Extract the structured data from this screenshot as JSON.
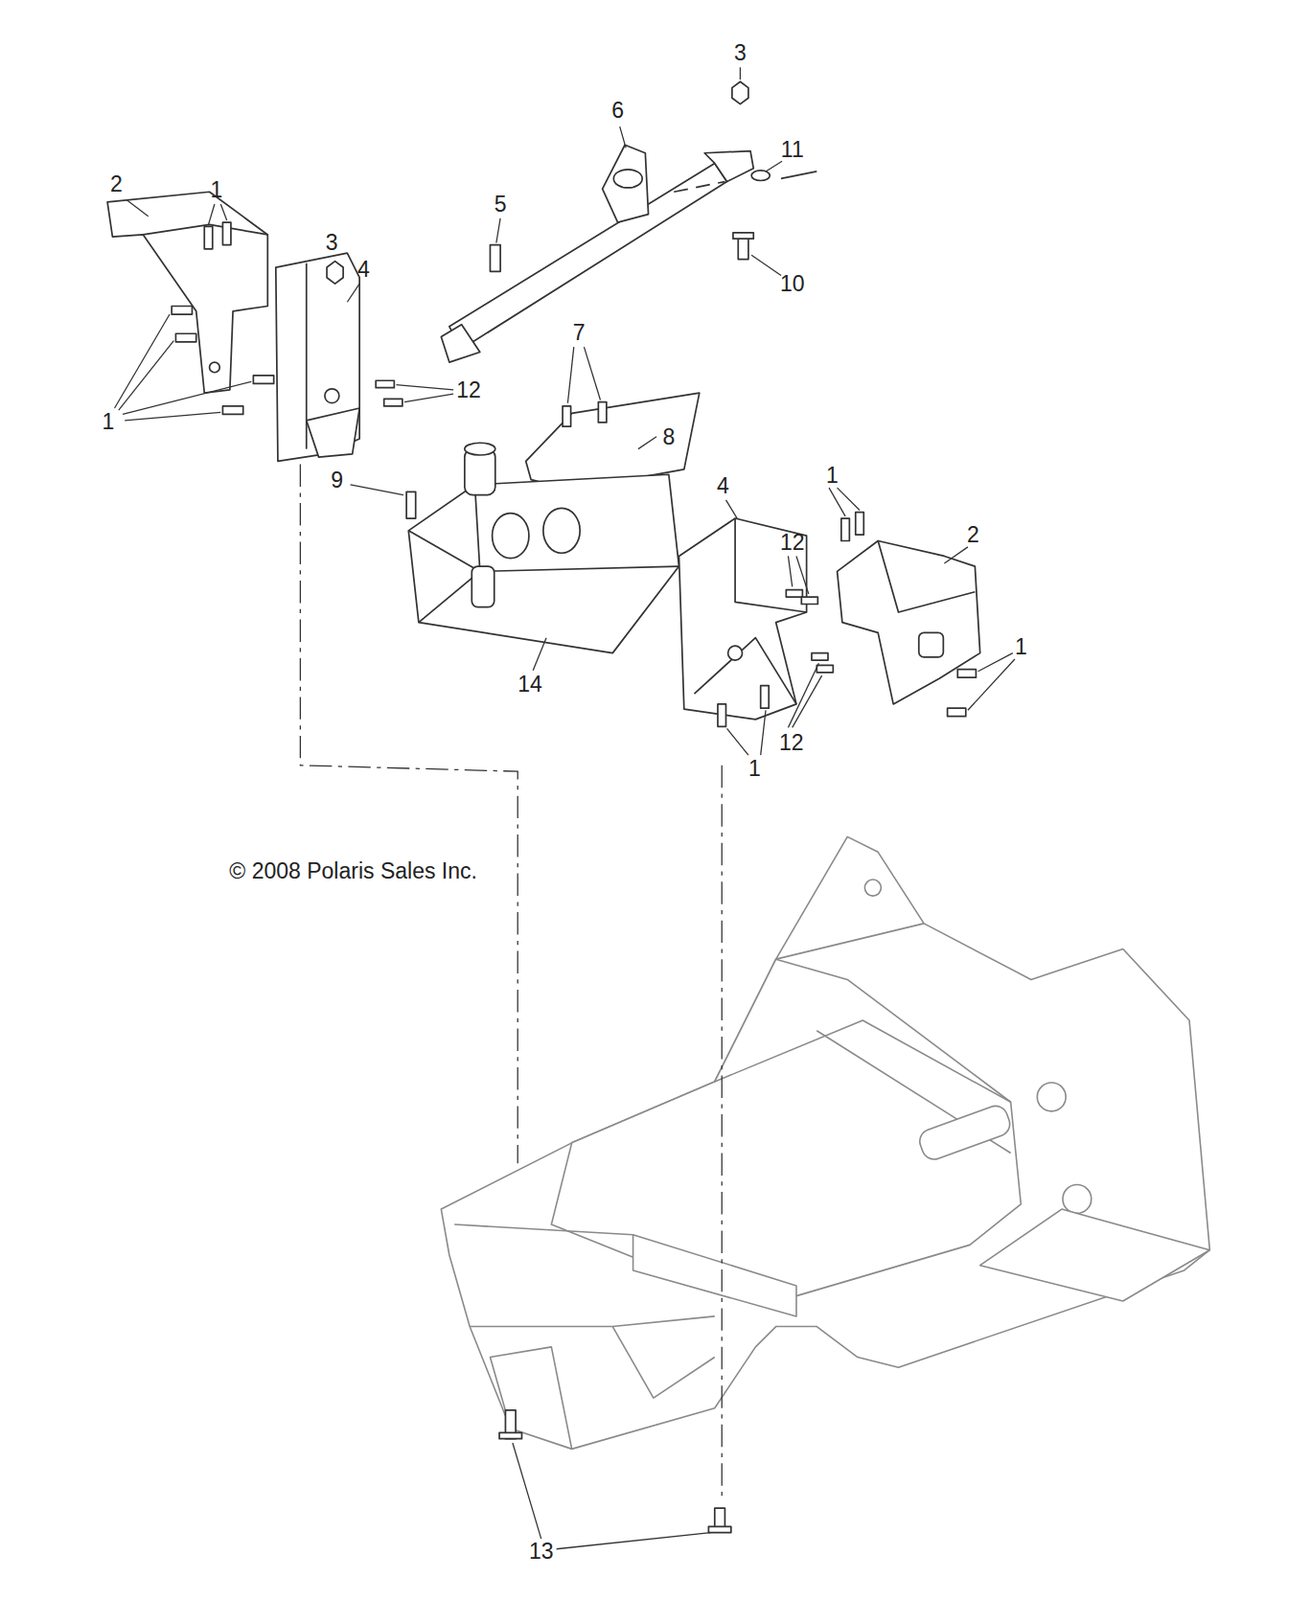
{
  "diagram": {
    "labels": [
      "3",
      "6",
      "11",
      "2",
      "1",
      "5",
      "3",
      "4",
      "10",
      "1",
      "12",
      "7",
      "8",
      "9",
      "4",
      "12",
      "1",
      "2",
      "14",
      "1",
      "12",
      "1",
      "© 2008 Polaris Sales Inc.",
      "13"
    ]
  }
}
